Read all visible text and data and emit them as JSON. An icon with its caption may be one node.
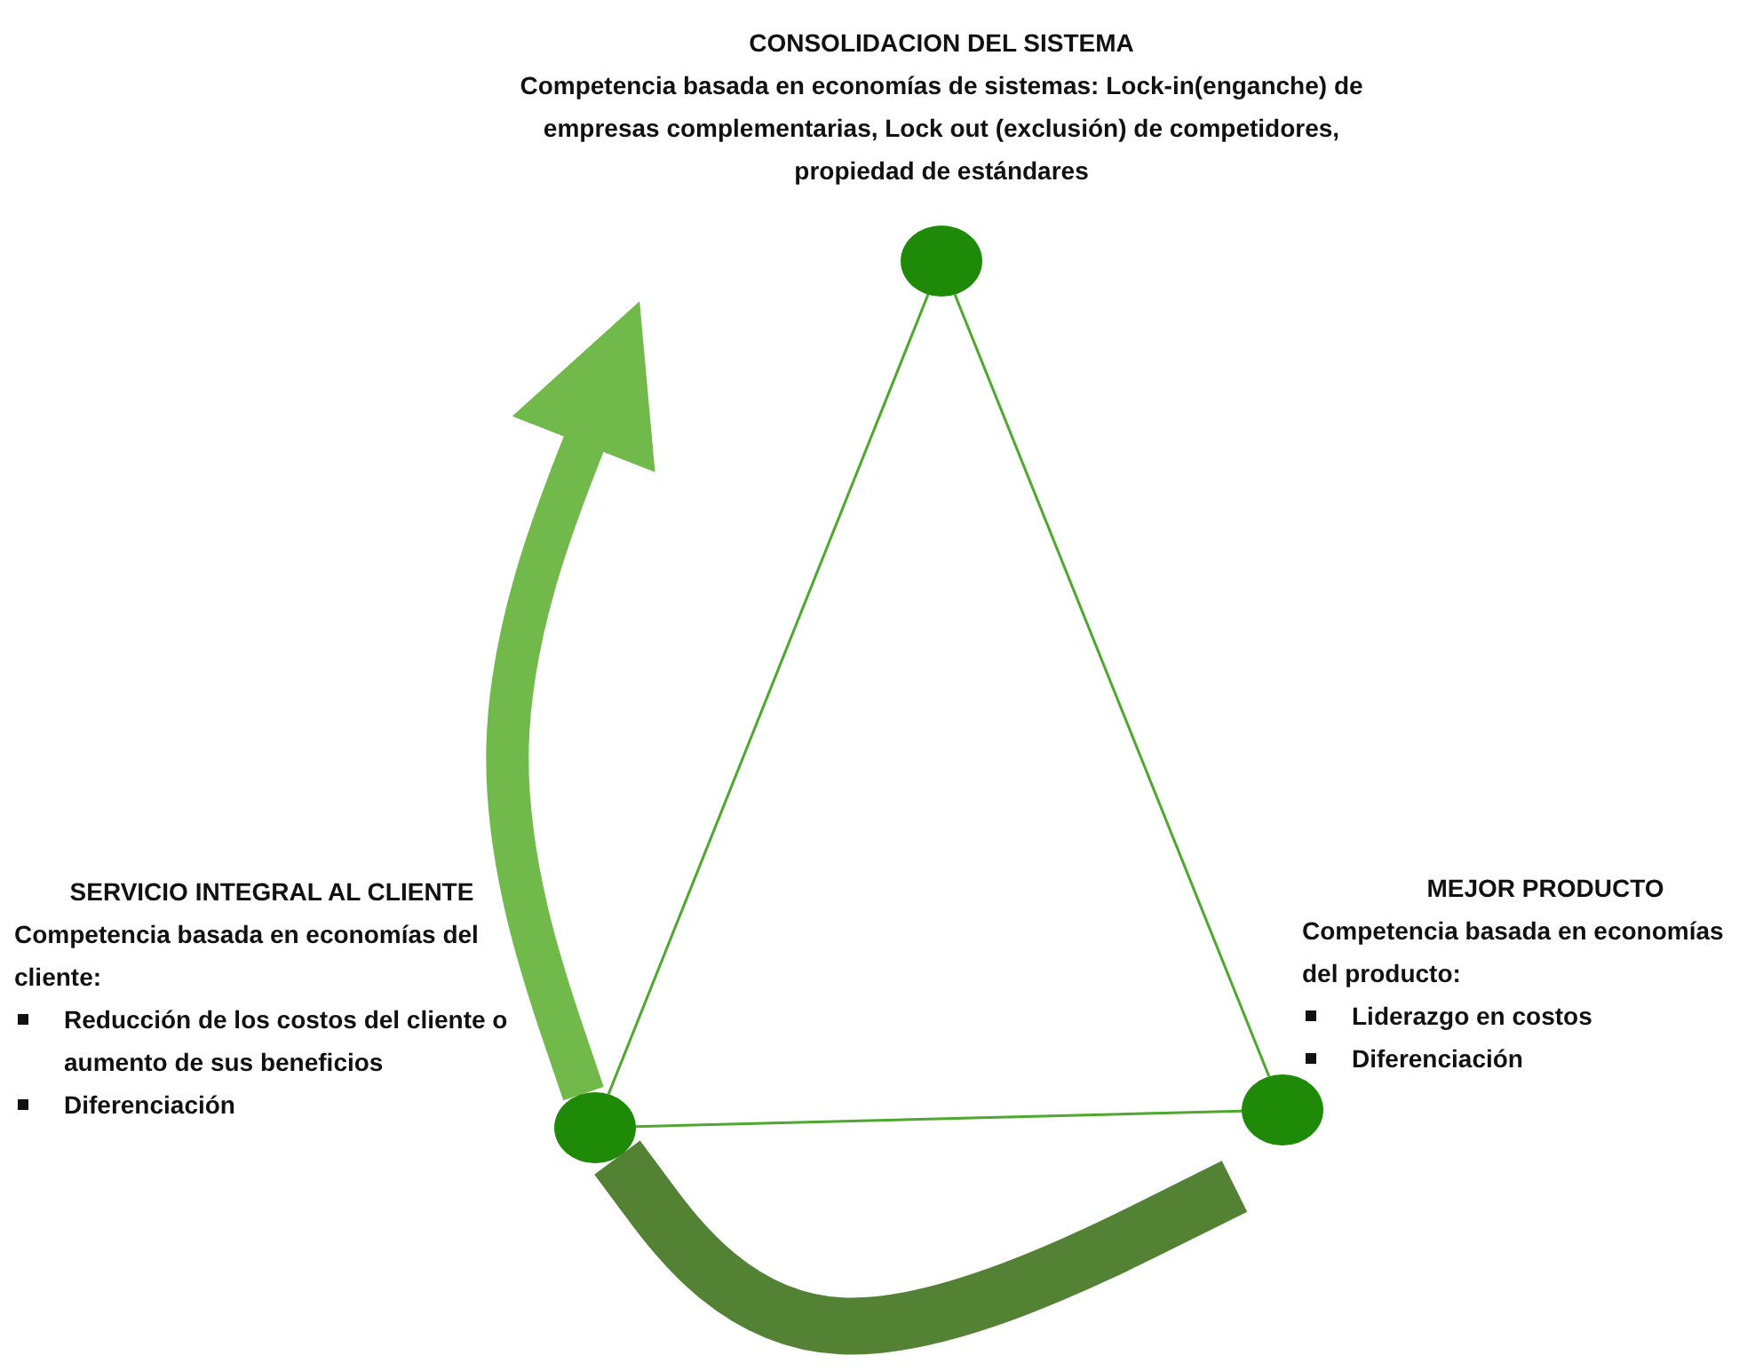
{
  "diagram": {
    "nodes": [
      {
        "text": [],
        "shape": "circle",
        "beside": [
          "CONSOLIDACION DEL SISTEMA",
          "Competencia basada en economías de sistemas: Lock-in(enganche) de empresas complementarias, Lock out (exclusión) de competidores, propiedad de estándares"
        ]
      },
      {
        "text": [],
        "shape": "circle",
        "beside": [
          "SERVICIO INTEGRAL AL CLIENTE",
          "Competencia basada en economías del cliente:",
          "Reducción de los costos del cliente o aumento de sus beneficios",
          "Diferenciación"
        ]
      },
      {
        "text": [],
        "shape": "circle",
        "beside": [
          "MEJOR PRODUCTO",
          "Competencia basada en economías del producto:",
          "Liderazgo en costos",
          "Diferenciación"
        ]
      }
    ],
    "edges": [
      {
        "from": 0,
        "to": 1,
        "arrow": "none"
      },
      {
        "from": 0,
        "to": 2,
        "arrow": "none"
      },
      {
        "from": 1,
        "to": 2,
        "arrow": "none"
      },
      {
        "from": 1,
        "to": null,
        "arrow": "to",
        "style": "thick",
        "color": "#70b94a"
      },
      {
        "from": 1,
        "to": null,
        "arrow": "none",
        "style": "thick",
        "color": "#548235"
      }
    ]
  }
}
